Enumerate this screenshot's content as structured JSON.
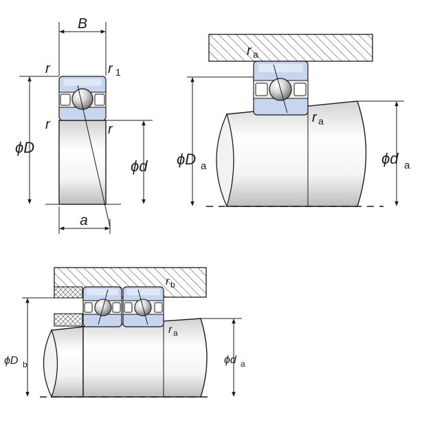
{
  "diagrams": {
    "bearing": {
      "width_label": "B",
      "corner_left_top": "r",
      "corner_right_top": "r",
      "corner_right_top_sub": "1",
      "corner_left_mid": "r",
      "corner_right_mid": "r",
      "outer_dia_label": "ϕD",
      "bore_dia_label": "ϕd",
      "contact_point_label": "a"
    },
    "single_mount": {
      "housing_fillet": "r",
      "housing_fillet_sub": "a",
      "shaft_fillet": "r",
      "shaft_fillet_sub": "a",
      "housing_dia_label": "ϕD",
      "housing_dia_sub": "a",
      "shaft_dia_label": "ϕd",
      "shaft_dia_sub": "a"
    },
    "pair_mount": {
      "housing_fillet": "r",
      "housing_fillet_sub": "b",
      "shaft_fillet": "r",
      "shaft_fillet_sub": "a",
      "housing_dia_label": "ϕD",
      "housing_dia_sub": "b",
      "shaft_dia_label": "ϕd",
      "shaft_dia_sub": "a"
    }
  },
  "colors": {
    "ring_fill": "#c7d6ee",
    "line": "#1a1a1a",
    "background": "#ffffff"
  }
}
